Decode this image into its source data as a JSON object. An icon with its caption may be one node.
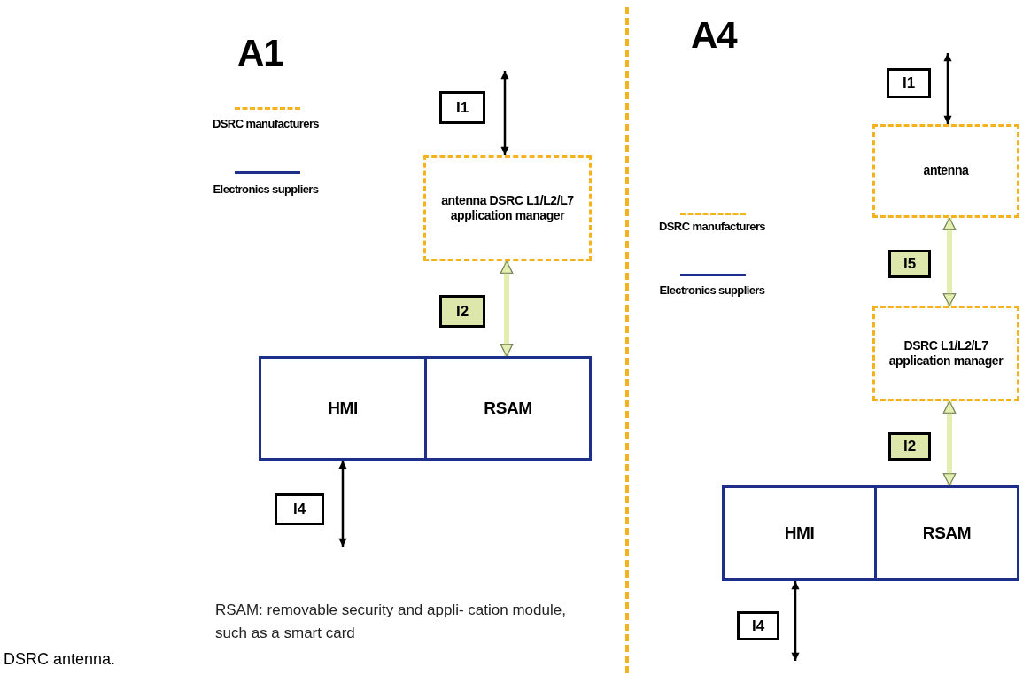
{
  "diagram": {
    "caption": "DSRC antenna.",
    "nodes": [
      {
        "text": [
          "antenna DSRC L1/L2/L7 application manager"
        ]
      },
      {
        "text": [
          "HMI"
        ]
      },
      {
        "text": [
          "RSAM"
        ]
      },
      {
        "text": [
          "antenna"
        ]
      },
      {
        "text": [
          "DSRC L1/L2/L7 application manager"
        ]
      },
      {
        "text": [
          "HMI"
        ]
      },
      {
        "text": [
          "RSAM"
        ]
      }
    ],
    "edges": [
      {
        "from": null,
        "to": 0,
        "arrow": "both",
        "label": "I1"
      },
      {
        "from": 0,
        "to": 2,
        "arrow": "both",
        "label": "I2",
        "style": "thick",
        "color": "#e4eeb0"
      },
      {
        "from": 1,
        "to": null,
        "arrow": "both",
        "label": "I4"
      },
      {
        "from": null,
        "to": 3,
        "arrow": "both",
        "label": "I1"
      },
      {
        "from": 3,
        "to": 4,
        "arrow": "both",
        "label": "I5",
        "style": "thick",
        "color": "#e4eeb0"
      },
      {
        "from": 4,
        "to": 6,
        "arrow": "both",
        "label": "I2",
        "style": "thick",
        "color": "#e4eeb0"
      },
      {
        "from": 5,
        "to": null,
        "arrow": "both",
        "label": "I4"
      }
    ],
    "labels": [
      "A1",
      "A4",
      "RSAM: removable security and appli- cation module, such as a smart card"
    ],
    "legend": [
      {
        "text": "DSRC manufacturers"
      },
      {
        "text": "Electronics suppliers"
      },
      {
        "text": "DSRC manufacturers"
      },
      {
        "text": "Electronics suppliers"
      }
    ]
  }
}
